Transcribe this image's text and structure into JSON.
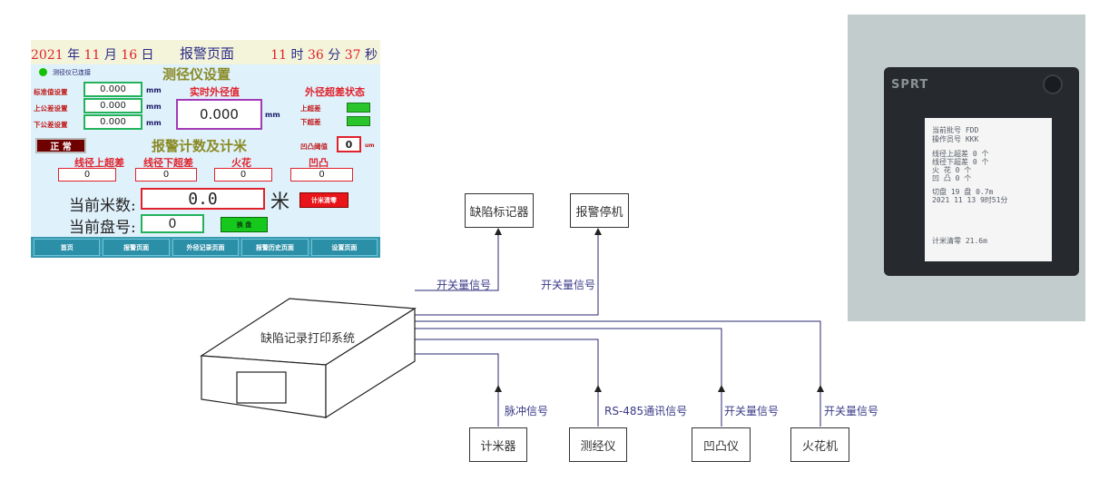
{
  "hmi": {
    "date_year": "2021",
    "date_sep_year": " 年 ",
    "date_month": "11",
    "date_sep_month": " 月 ",
    "date_day": "16",
    "date_sep_day": " 日",
    "page_title": "报警页面",
    "clock_hour": "11",
    "clock_sep_hour": " 时 ",
    "clock_min": "36",
    "clock_sep_min": " 分 ",
    "clock_sec": "37",
    "clock_sep_sec": " 秒",
    "connection_status": "测径仪已连接",
    "section_title": "测径仪设置",
    "standard_label": "标准值设置",
    "standard_value": "0.000",
    "upper_tol_label": "上公差设置",
    "upper_tol_value": "0.000",
    "lower_tol_label": "下公差设置",
    "lower_tol_value": "0.000",
    "unit_mm": "mm",
    "realtime_title": "实时外径值",
    "realtime_value": "0.000",
    "over_state_title": "外径超差状态",
    "upper_over_label": "上超差",
    "lower_over_label": "下超差",
    "normal_button": "正 常",
    "alarm_title": "报警计数及计米",
    "bump_threshold_label": "凹凸阈值",
    "bump_threshold_value": "0",
    "bump_unit": "um",
    "counters": [
      {
        "label": "线径上超差",
        "value": "0"
      },
      {
        "label": "线径下超差",
        "value": "0"
      },
      {
        "label": "火花",
        "value": "0"
      },
      {
        "label": "凹凸",
        "value": "0"
      }
    ],
    "meter_label": "当前米数:",
    "meter_value": "0.0",
    "meter_unit": "米",
    "meter_clear_button": "计米清零",
    "reel_label": "当前盘号:",
    "reel_value": "0",
    "reel_change_button": "换 盘",
    "tabs": [
      "首页",
      "报警页面",
      "外径记录页面",
      "报警历史页面",
      "设置页面"
    ]
  },
  "diagram": {
    "main_system": "缺陷记录打印系统",
    "outputs": [
      {
        "device": "缺陷标记器",
        "signal": "开关量信号"
      },
      {
        "device": "报警停机",
        "signal": "开关量信号"
      }
    ],
    "inputs": [
      {
        "device": "计米器",
        "signal": "脉冲信号"
      },
      {
        "device": "测经仪",
        "signal": "RS-485通讯信号"
      },
      {
        "device": "凹凸仪",
        "signal": "开关量信号"
      },
      {
        "device": "火花机",
        "signal": "开关量信号"
      }
    ]
  },
  "photo": {
    "brand": "SPRT",
    "printout": [
      "当前批号      FDD",
      "操作员号      KKK",
      "线径上超差    0      个",
      "线径下超差    0      个",
      "火        花  0      个",
      "凹        凸  0      个",
      "切盘  19  盘        0.7m",
      "2021  11  13   9时51分",
      "计米清零            21.6m"
    ]
  },
  "colors": {
    "accent_red": "#e0222c",
    "title_olive": "#8a8a24",
    "hmi_background": "#dff1fb",
    "tab_teal": "#3a9bb0",
    "lamp_green": "#2ac52a",
    "line_blue": "#3a3a88"
  }
}
